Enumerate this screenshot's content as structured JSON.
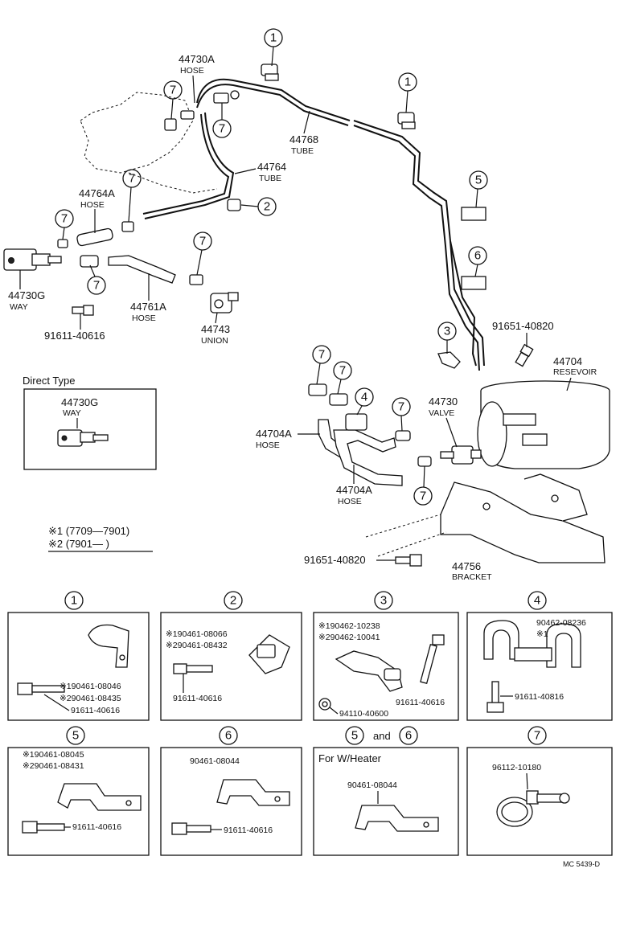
{
  "main_labels": {
    "hose_44730a_num": "44730A",
    "hose_44730a_name": "HOSE",
    "tube_44768_num": "44768",
    "tube_44768_name": "TUBE",
    "tube_44764_num": "44764",
    "tube_44764_name": "TUBE",
    "hose_44764a_num": "44764A",
    "hose_44764a_name": "HOSE",
    "way_44730g_num": "44730G",
    "way_44730g_name": "WAY",
    "hose_44761a_num": "44761A",
    "hose_44761a_name": "HOSE",
    "union_44743_num": "44743",
    "union_44743_name": "UNION",
    "bolt_91611_40616": "91611-40616",
    "bolt_91651_40820_top": "91651-40820",
    "reservoir_44704_num": "44704",
    "reservoir_44704_name": "RESEVOIR",
    "hose_44704a_left_num": "44704A",
    "hose_44704a_left_name": "HOSE",
    "hose_44704a_right_num": "44704A",
    "hose_44704a_right_name": "HOSE",
    "valve_44730_num": "44730",
    "valve_44730_name": "VALVE",
    "bolt_91651_40820_bottom": "91651-40820",
    "bracket_44756_num": "44756",
    "bracket_44756_name": "BRACKET"
  },
  "callouts": [
    "1",
    "2",
    "3",
    "4",
    "5",
    "6",
    "7"
  ],
  "direct_type": {
    "title": "Direct Type",
    "part_num": "44730G",
    "part_name": "WAY"
  },
  "legend": {
    "line1": "※1 (7709—7901)",
    "line2": "※2 (7901—         )"
  },
  "detail_boxes": {
    "box1": {
      "num": "1",
      "p1": "※190461-08046",
      "p2": "※290461-08435",
      "bolt": "91611-40616"
    },
    "box2": {
      "num": "2",
      "p1": "※190461-08066",
      "p2": "※290461-08432",
      "bolt": "91611-40616"
    },
    "box3": {
      "num": "3",
      "p1": "※190462-10238",
      "p2": "※290462-10041",
      "bolt": "91611-40616",
      "nut": "94110-40600"
    },
    "box4": {
      "num": "4",
      "p1": "90462-08236",
      "p2": "※1",
      "bolt": "91611-40816"
    },
    "box5": {
      "num": "5",
      "p1": "※190461-08045",
      "p2": "※290461-08431",
      "bolt": "91611-40616"
    },
    "box6": {
      "num": "6",
      "p1": "90461-08044",
      "bolt": "91611-40616"
    },
    "box56": {
      "num_a": "5",
      "and": "and",
      "num_b": "6",
      "title": "For W/Heater",
      "p1": "90461-08044"
    },
    "box7": {
      "num": "7",
      "p1": "96112-10180"
    }
  },
  "footer_code": "MC 5439-D"
}
